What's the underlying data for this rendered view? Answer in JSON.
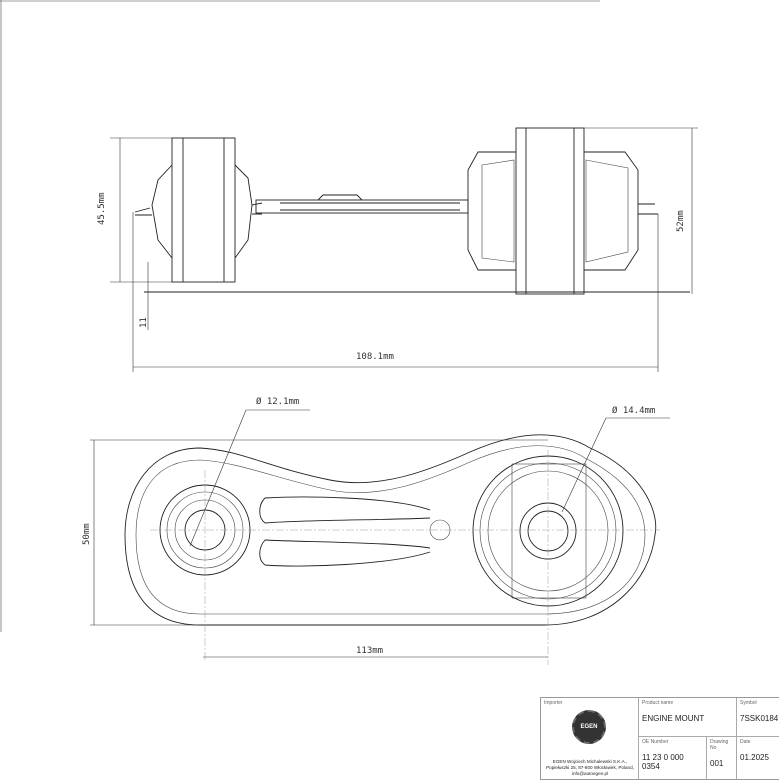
{
  "dimensions": {
    "height_left": "45.5mm",
    "height_right": "52mm",
    "offset": "11",
    "length_side": "108.1mm",
    "dia_left": "Ø 12.1mm",
    "dia_right": "Ø 14.4mm",
    "width_top": "50mm",
    "center_distance": "113mm"
  },
  "title_block": {
    "importer_label": "Importer",
    "importer_address": "EGEN Wojciech Michalewski S.K.A., Popiełuszki 25, 87-800 Włocławek, Poland, info@autoegen.pl",
    "logo_text": "EGEN",
    "product_name_label": "Product name",
    "product_name": "ENGINE MOUNT",
    "symbol_label": "Symbol",
    "symbol": "7SSK0184",
    "oe_number_label": "OE Number",
    "oe_number": "11 23 0 000 0354",
    "drawing_no_label": "Drawing No",
    "drawing_no": "001",
    "date_label": "Date",
    "date": "01.2025"
  }
}
